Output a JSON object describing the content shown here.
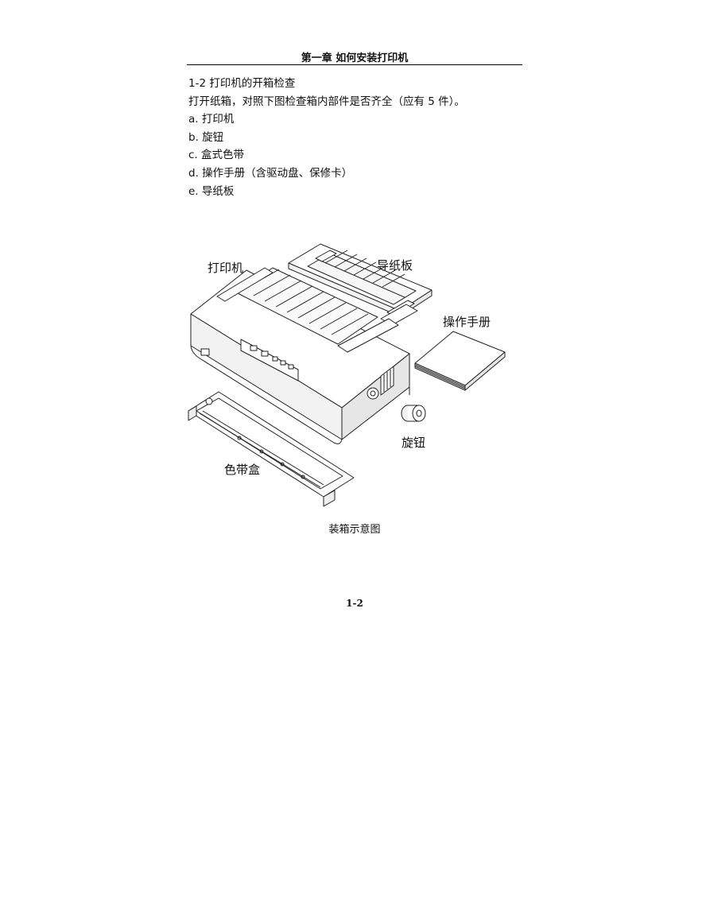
{
  "header": {
    "chapter_title": "第一章 如何安装打印机"
  },
  "section": {
    "heading": "1-2 打印机的开箱检查",
    "intro": "打开纸箱，对照下图检查箱内部件是否齐全（应有 5 件）。",
    "items": [
      "a. 打印机",
      "b. 旋钮",
      "c. 盒式色带",
      "d. 操作手册（含驱动盘、保修卡）",
      "e. 导纸板"
    ]
  },
  "figure": {
    "labels": {
      "printer": "打印机",
      "paper_guide": "导纸板",
      "manual": "操作手册",
      "knob": "旋钮",
      "ribbon": "色带盒"
    },
    "caption": "装箱示意图"
  },
  "footer": {
    "page_number": "1-2"
  }
}
